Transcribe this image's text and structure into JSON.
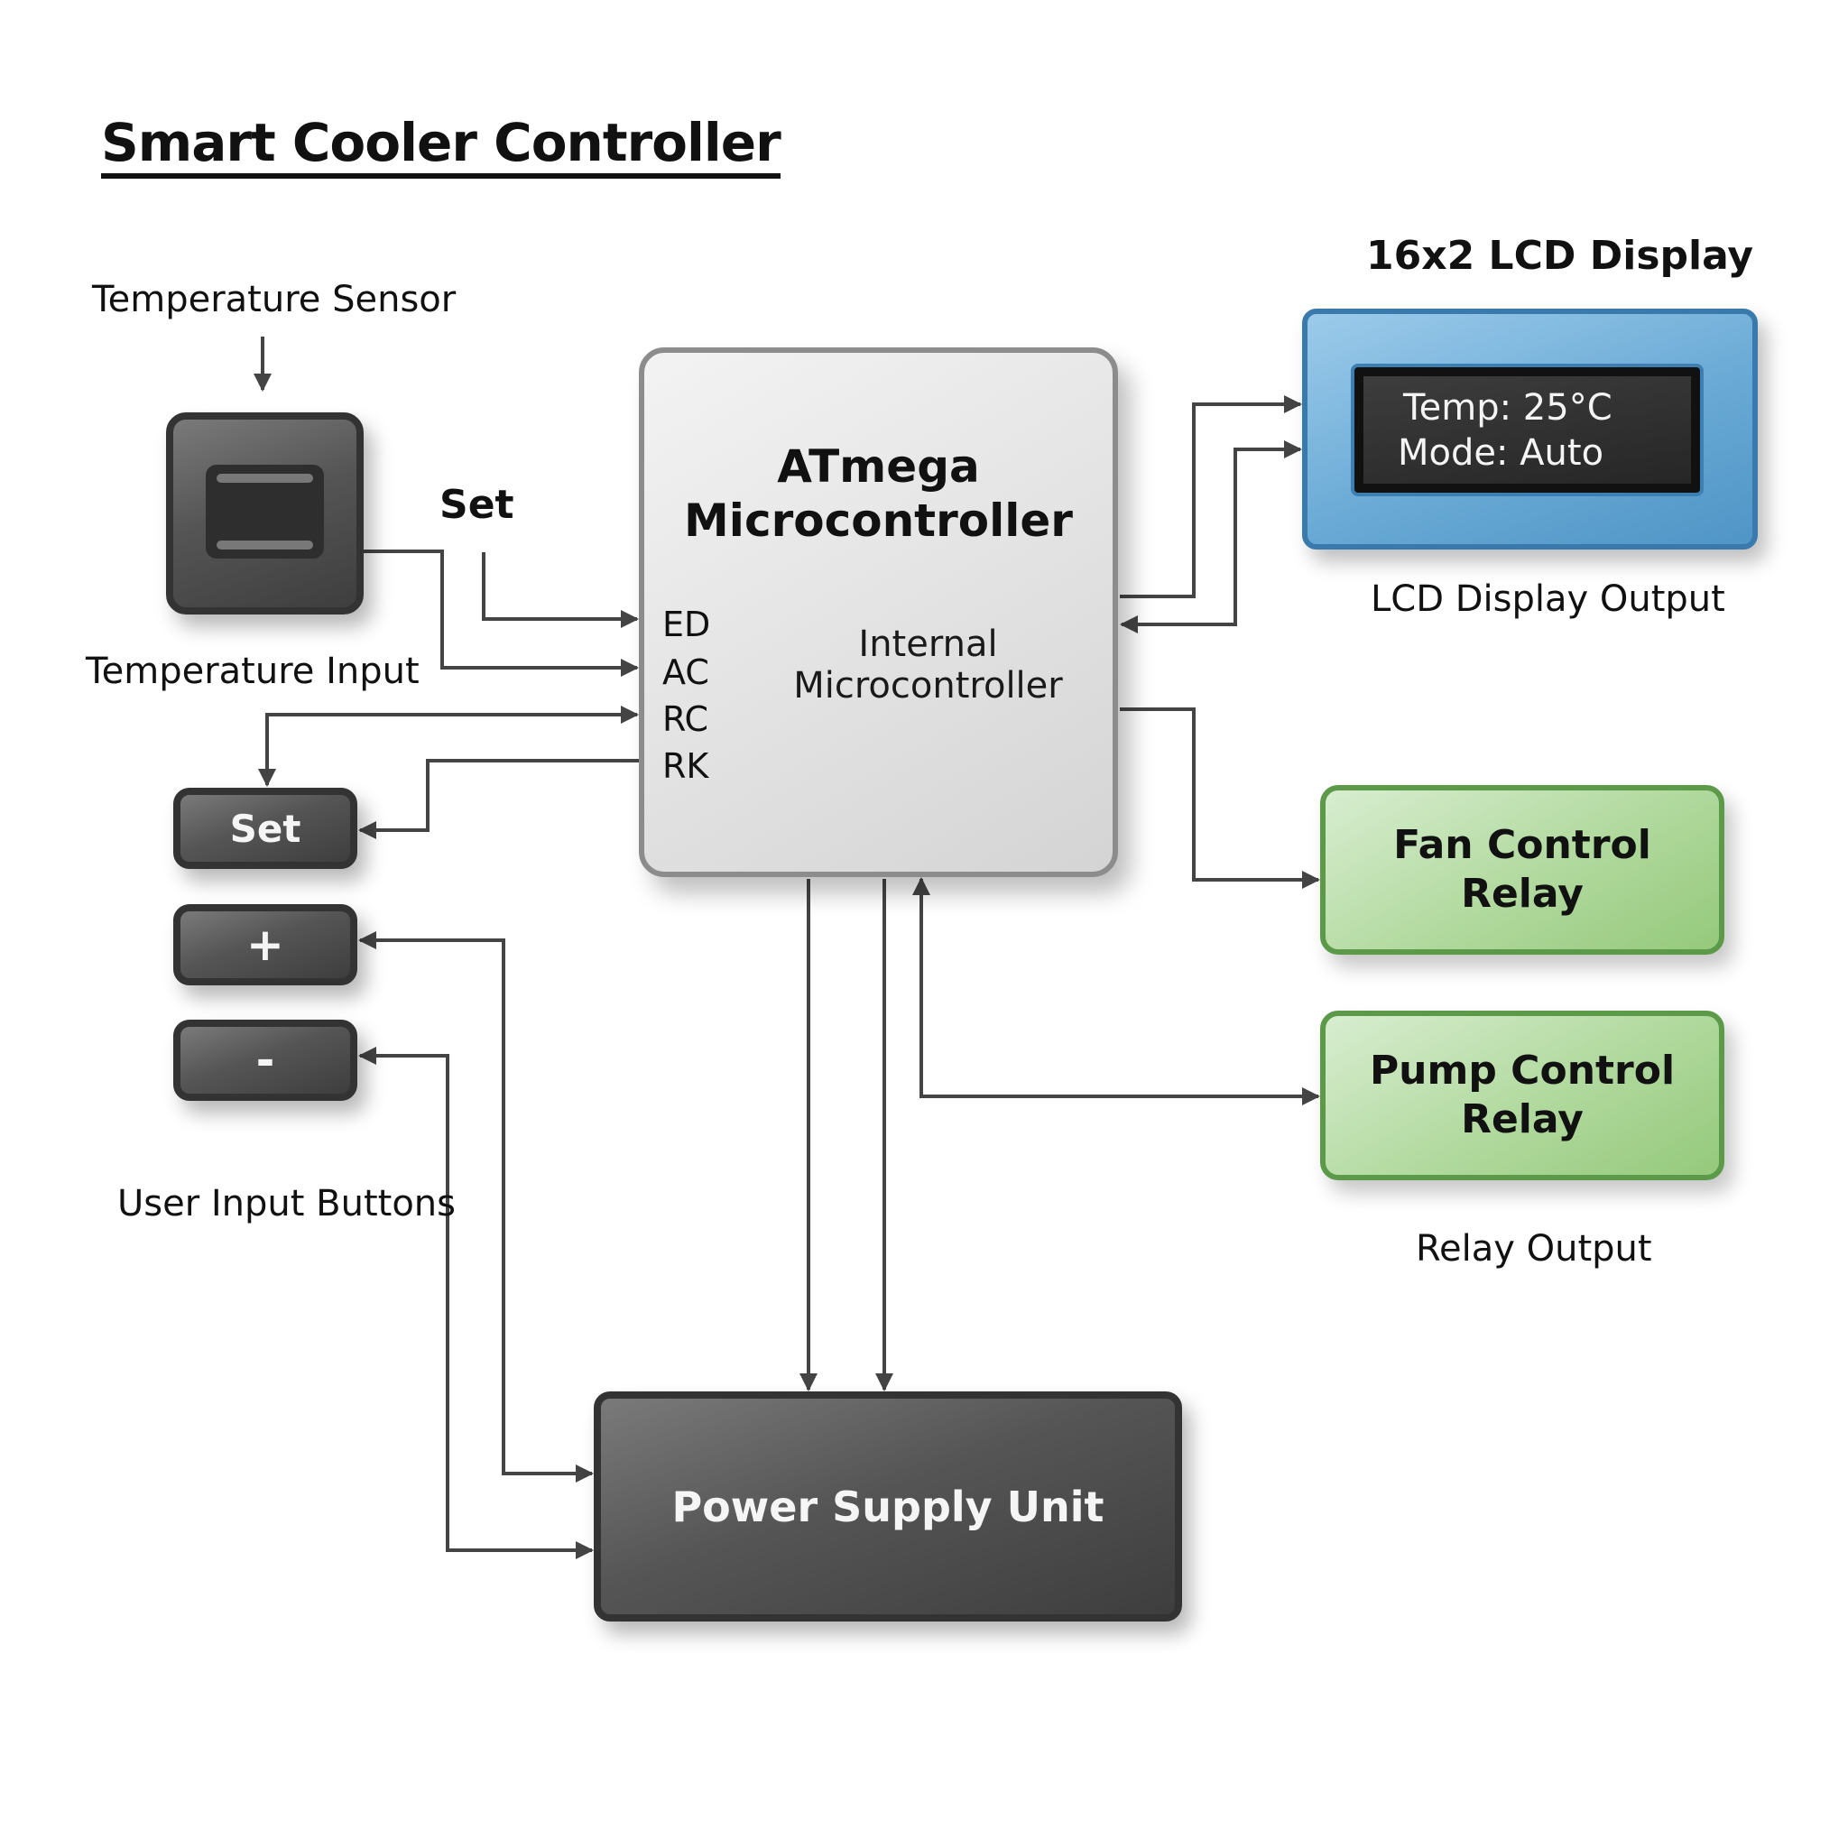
{
  "title": "Smart Cooler Controller",
  "sensor": {
    "label": "Temperature Sensor",
    "caption": "Temperature Input",
    "icon": "temperature-sensor-icon"
  },
  "set_signal_label": "Set",
  "microcontroller": {
    "title_line1": "ATmega",
    "title_line2": "Microcontroller",
    "sub_line1": "Internal",
    "sub_line2": "Microcontroller",
    "pins": [
      "ED",
      "AC",
      "RC",
      "RK"
    ],
    "fill_color": "#e2e2e2",
    "border_color": "#8c8c8c"
  },
  "lcd": {
    "heading": "16x2 LCD Display",
    "line1": "Temp: 25°C",
    "line2": "Mode: Auto",
    "caption": "LCD Display Output",
    "fill_color": "#6aaad6",
    "border_color": "#3a79ab"
  },
  "relays": {
    "fan": {
      "line1": "Fan Control",
      "line2": "Relay"
    },
    "pump": {
      "line1": "Pump Control",
      "line2": "Relay"
    },
    "caption": "Relay Output",
    "fill_color": "#b4dba2",
    "border_color": "#5c9a4a"
  },
  "buttons": {
    "set": "Set",
    "plus": "+",
    "minus": "-",
    "caption": "User Input Buttons"
  },
  "psu": {
    "label": "Power Supply Unit",
    "fill_color": "#555555"
  },
  "wire_color": "#444444"
}
